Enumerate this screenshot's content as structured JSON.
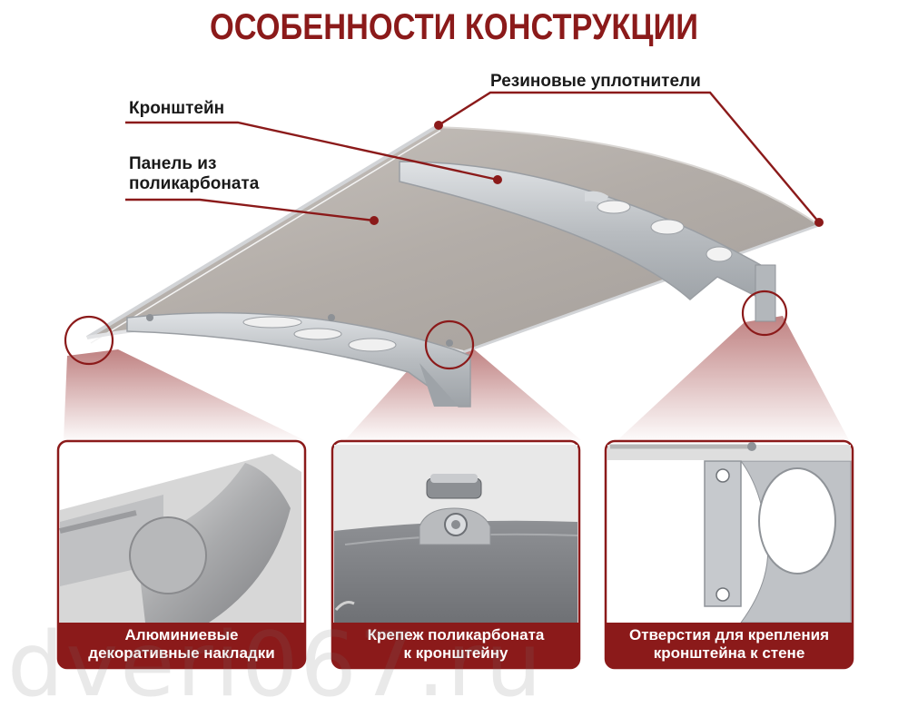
{
  "title": "ОСОБЕННОСТИ КОНСТРУКЦИИ",
  "callouts": {
    "bracket": "Кронштейн",
    "seals": "Резиновые уплотнители",
    "panel_line1": "Панель из",
    "panel_line2": "поликарбоната"
  },
  "panels": [
    {
      "line1": "Алюминиевые",
      "line2": "декоративные накладки"
    },
    {
      "line1": "Крепеж поликарбоната",
      "line2": "к кронштейну"
    },
    {
      "line1": "Отверстия для крепления",
      "line2": "кронштейна к стене"
    }
  ],
  "watermark": "dveri067.ru",
  "colors": {
    "accent": "#8b1a1a",
    "callout_text": "#1a1a1a",
    "caption_text": "#ffffff",
    "panel_tint": "#b1aba6",
    "metal": "#c4c7cb"
  }
}
